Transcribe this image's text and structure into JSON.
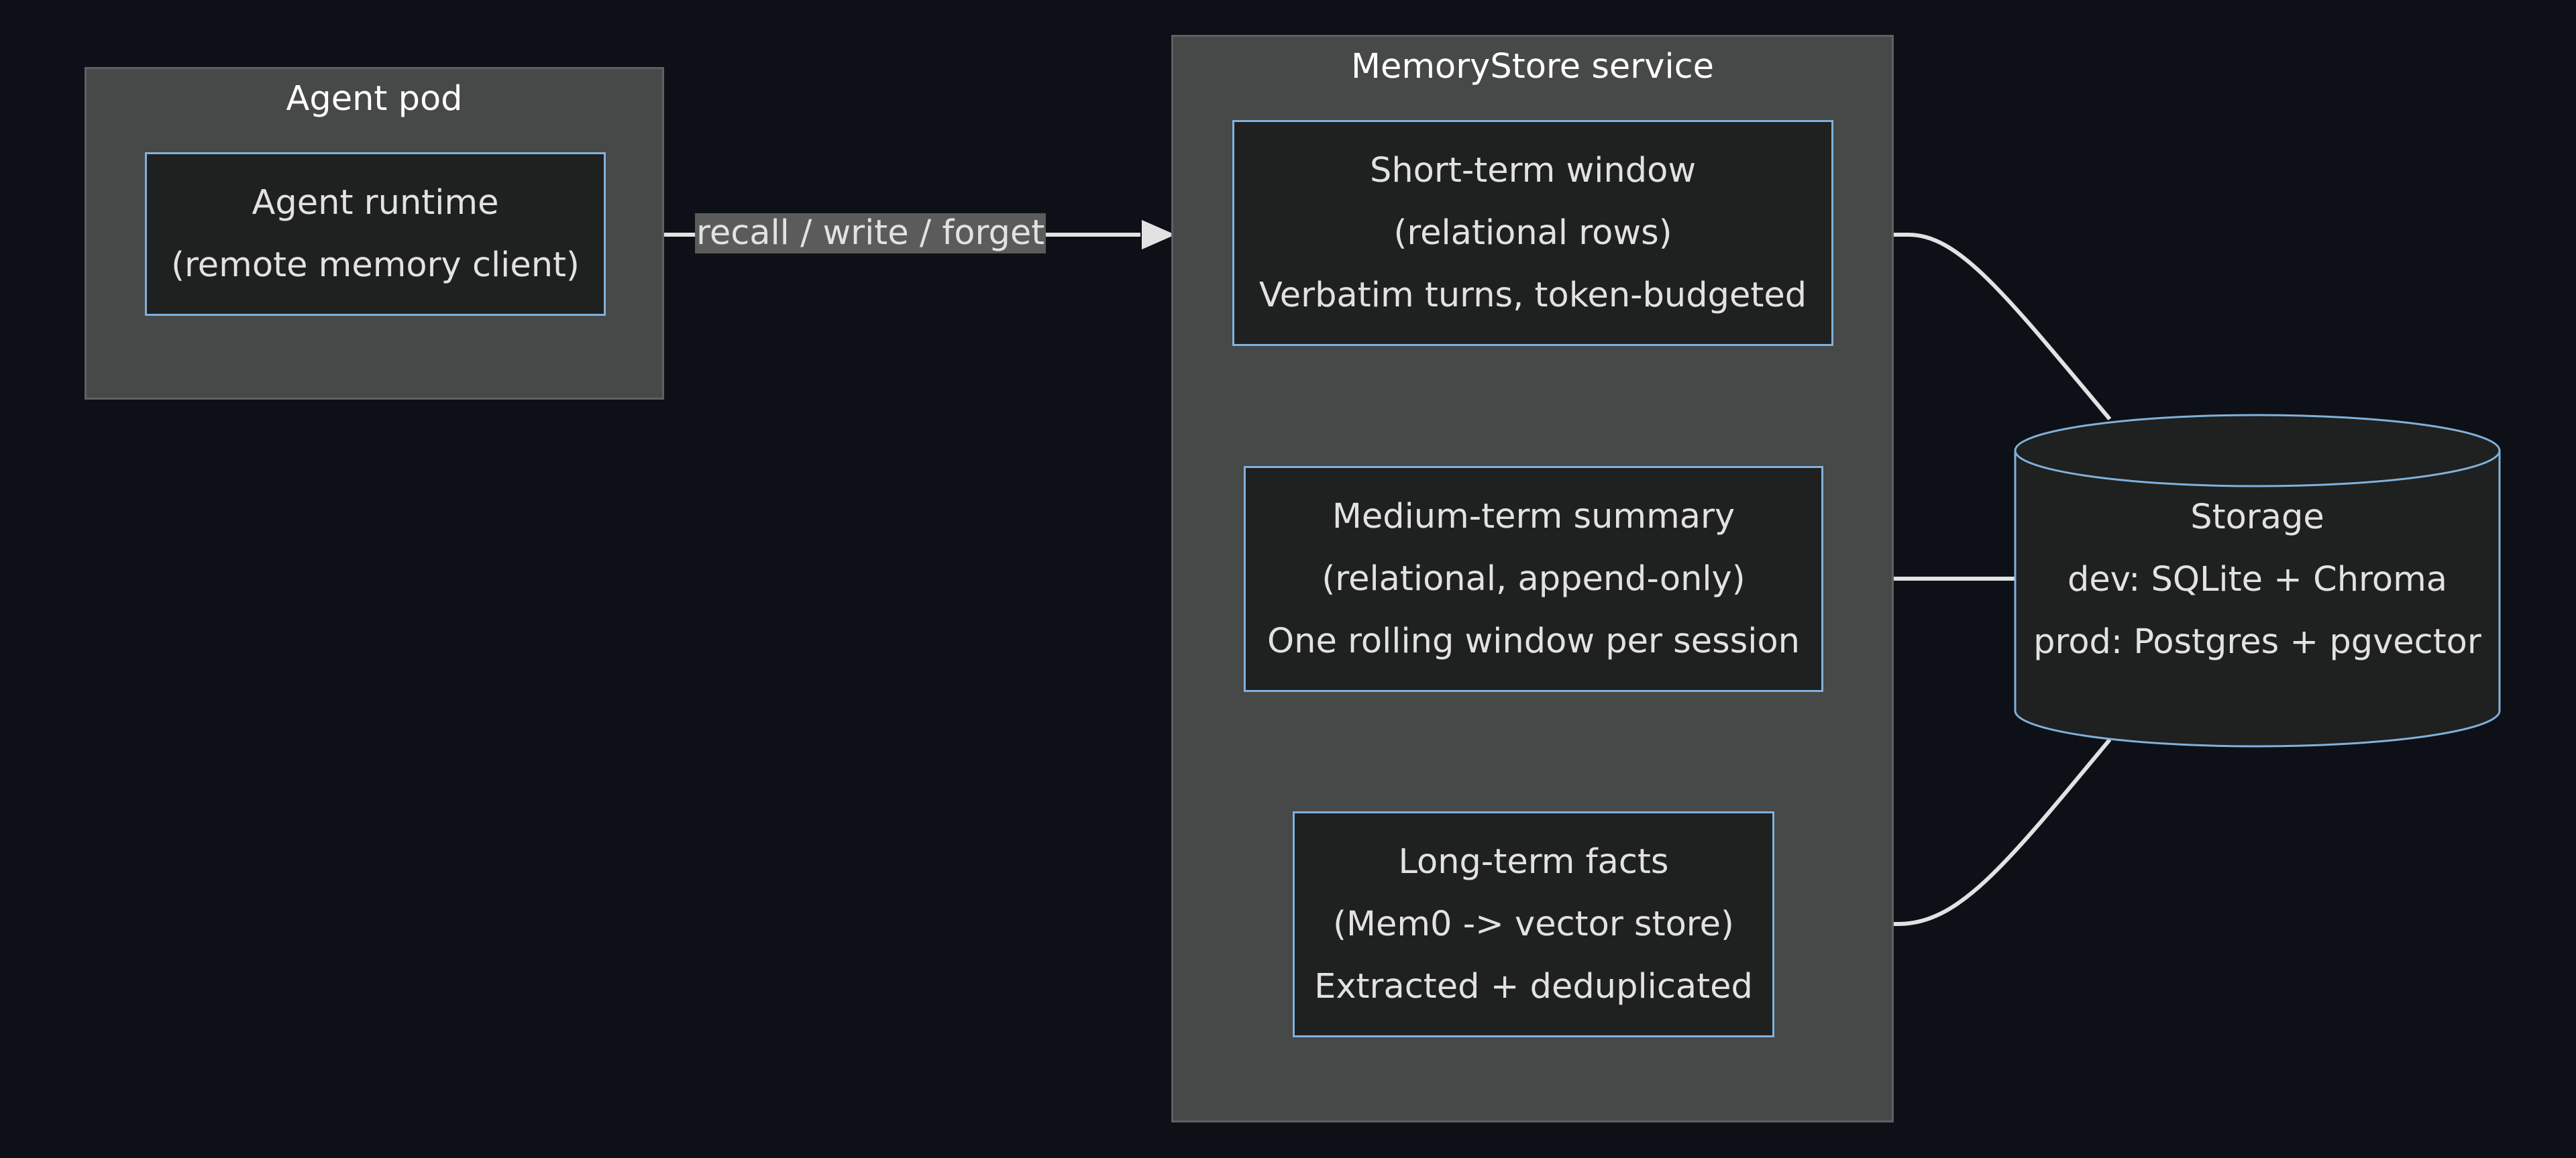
{
  "clusters": {
    "agent_pod": {
      "title": "Agent pod"
    },
    "memorystore": {
      "title": "MemoryStore service"
    }
  },
  "nodes": {
    "agent_runtime": {
      "lines": [
        "Agent runtime",
        "(remote memory client)"
      ]
    },
    "short_term": {
      "lines": [
        "Short-term window",
        "(relational rows)",
        "Verbatim turns, token-budgeted"
      ]
    },
    "medium_term": {
      "lines": [
        "Medium-term summary",
        "(relational, append-only)",
        "One rolling window per session"
      ]
    },
    "long_term": {
      "lines": [
        "Long-term facts",
        "(Mem0 -> vector store)",
        "Extracted + deduplicated"
      ]
    },
    "storage": {
      "lines": [
        "Storage",
        "dev: SQLite + Chroma",
        "prod: Postgres + pgvector"
      ]
    }
  },
  "edges": {
    "runtime_to_short_term": {
      "label": "recall / write / forget"
    }
  },
  "colors": {
    "background": "#0d1117",
    "cluster_fill": "#474848",
    "node_fill": "#1f2020",
    "node_border": "#81b1db",
    "edge": "#e2e2e2",
    "text": "#e2e2e2"
  }
}
